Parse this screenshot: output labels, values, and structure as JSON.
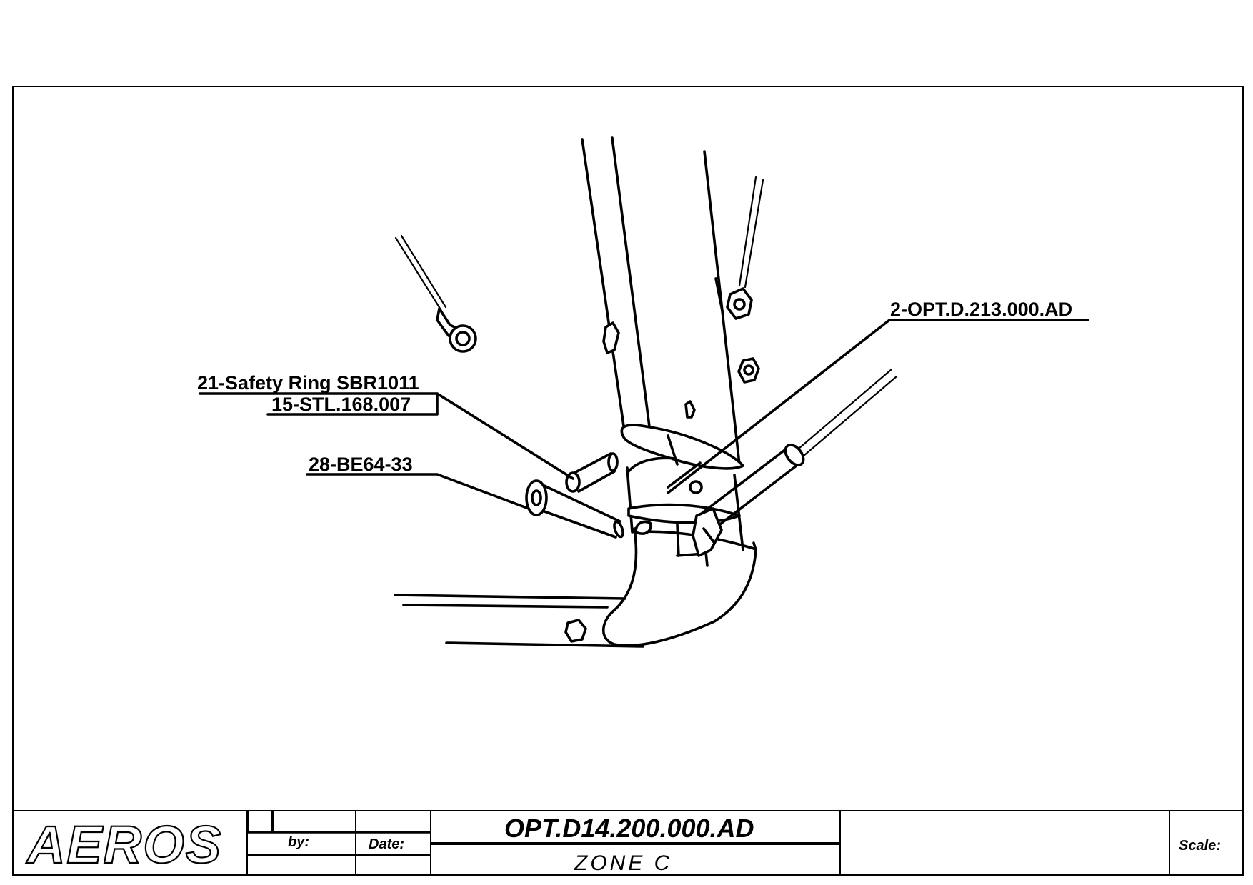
{
  "callouts": {
    "safety_ring": "21-Safety Ring SBR1011",
    "stl": "15-STL.168.007",
    "be64": "28-BE64-33",
    "opt213": "2-OPT.D.213.000.AD"
  },
  "title_block": {
    "logo": "AEROS",
    "by_label": "by:",
    "date_label": "Date:",
    "drawing_number": "OPT.D14.200.000.AD",
    "zone": "ZONE C",
    "scale_label": "Scale:"
  }
}
